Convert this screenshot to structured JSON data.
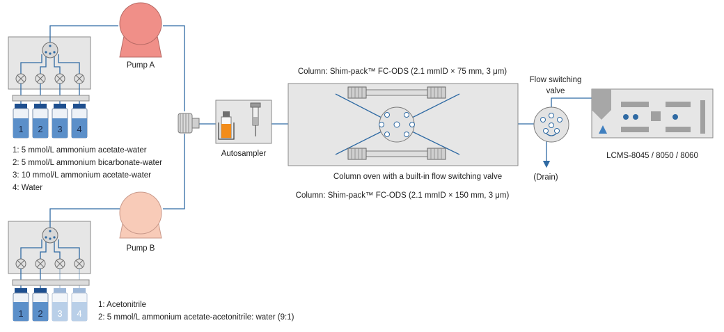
{
  "pump_a": {
    "label": "Pump A",
    "color": "#f08f88"
  },
  "pump_b": {
    "label": "Pump B",
    "color": "#f8cbb8"
  },
  "bottles_a": {
    "numbers": [
      "1",
      "2",
      "3",
      "4"
    ]
  },
  "bottles_b": {
    "numbers": [
      "1",
      "2",
      "3",
      "4"
    ]
  },
  "solvents_a": [
    "1: 5 mmol/L ammonium acetate-water",
    "2: 5 mmol/L ammonium bicarbonate-water",
    "3: 10 mmol/L ammonium acetate-water",
    "4: Water"
  ],
  "solvents_b": [
    "1: Acetonitrile",
    "2: 5 mmol/L ammonium acetate-acetonitrile: water (9:1)"
  ],
  "autosampler": {
    "label": "Autosampler"
  },
  "column_top": {
    "label": "Column: Shim-pack™ FC-ODS (2.1 mmID × 75 mm, 3 μm)"
  },
  "column_bottom": {
    "label": "Column: Shim-pack™ FC-ODS (2.1 mmID × 150 mm, 3 μm)"
  },
  "oven": {
    "label": "Column oven with a built-in flow switching valve"
  },
  "flow_valve": {
    "label_line1": "Flow switching",
    "label_line2": "valve"
  },
  "drain": {
    "label": "(Drain)"
  },
  "ms": {
    "label": "LCMS-8045 / 8050 / 8060"
  },
  "colors": {
    "line": "#2f6aa3",
    "bottle": "#5b8fc9",
    "bottle_faded": "#b9cfe8",
    "panel": "#e6e6e6",
    "sample": "#f28c1a"
  }
}
